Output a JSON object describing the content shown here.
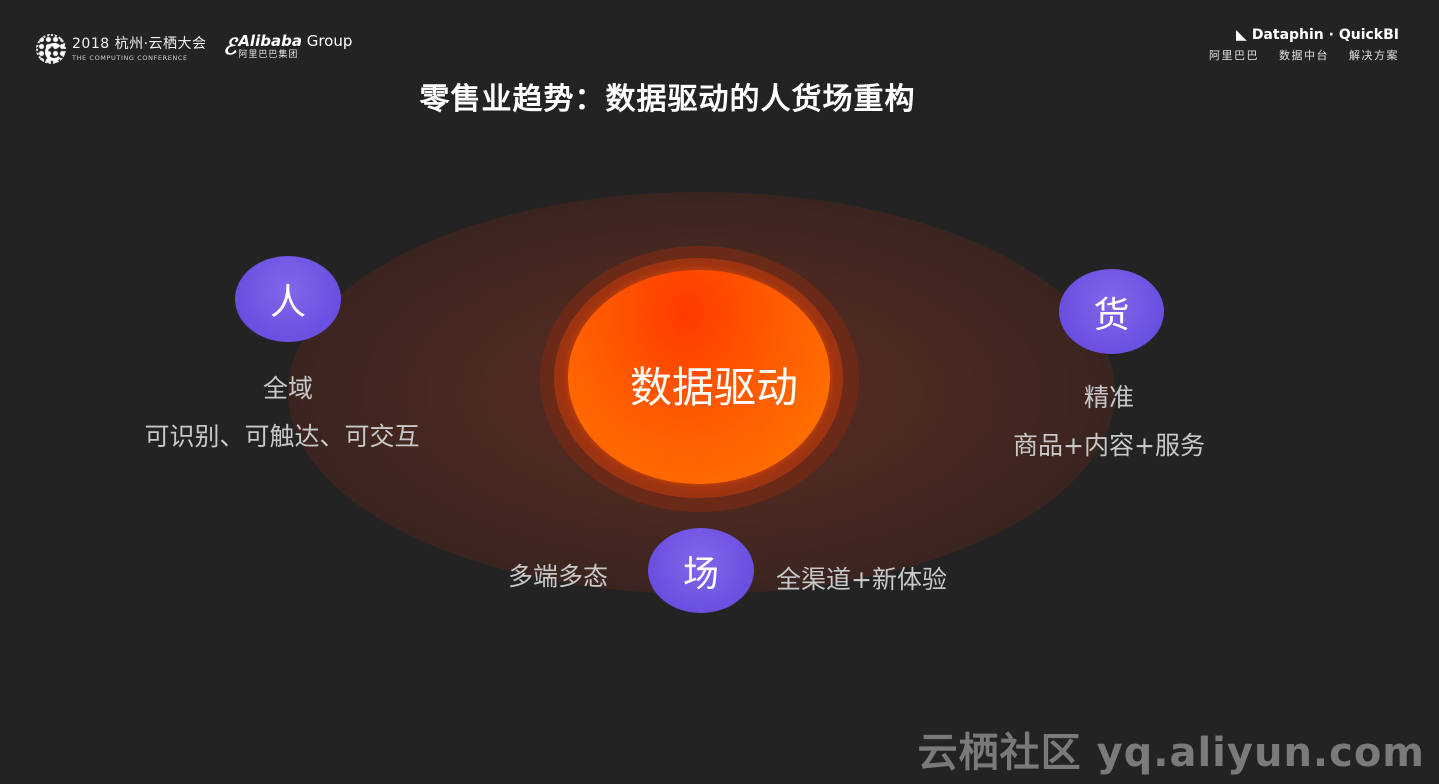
{
  "header": {
    "conference_title": "2018 杭州·云栖大会",
    "conference_subtitle": "THE COMPUTING CONFERENCE",
    "alibaba_title_bold": "Alibaba",
    "alibaba_title_rest": " Group",
    "alibaba_subtitle": "阿里巴巴集团",
    "brand_line": "Dataphin · QuickBI",
    "brand_subs": [
      "阿里巴巴",
      "数据中台",
      "解决方案"
    ]
  },
  "title": "零售业趋势：数据驱动的人货场重构",
  "core": {
    "label": "数据驱动"
  },
  "nodes": {
    "ren": {
      "label": "人",
      "line1": "全域",
      "line2": "可识别、可触达、可交互"
    },
    "huo": {
      "label": "货",
      "line1": "精准",
      "line2": "商品+内容+服务"
    },
    "chang": {
      "label": "场",
      "left": "多端多态",
      "right": "全渠道+新体验"
    }
  },
  "watermark": "云栖社区 yq.aliyun.com",
  "colors": {
    "background": "#232323",
    "node_purple": "#6a4fe0",
    "core_orange": "#ff5800"
  }
}
